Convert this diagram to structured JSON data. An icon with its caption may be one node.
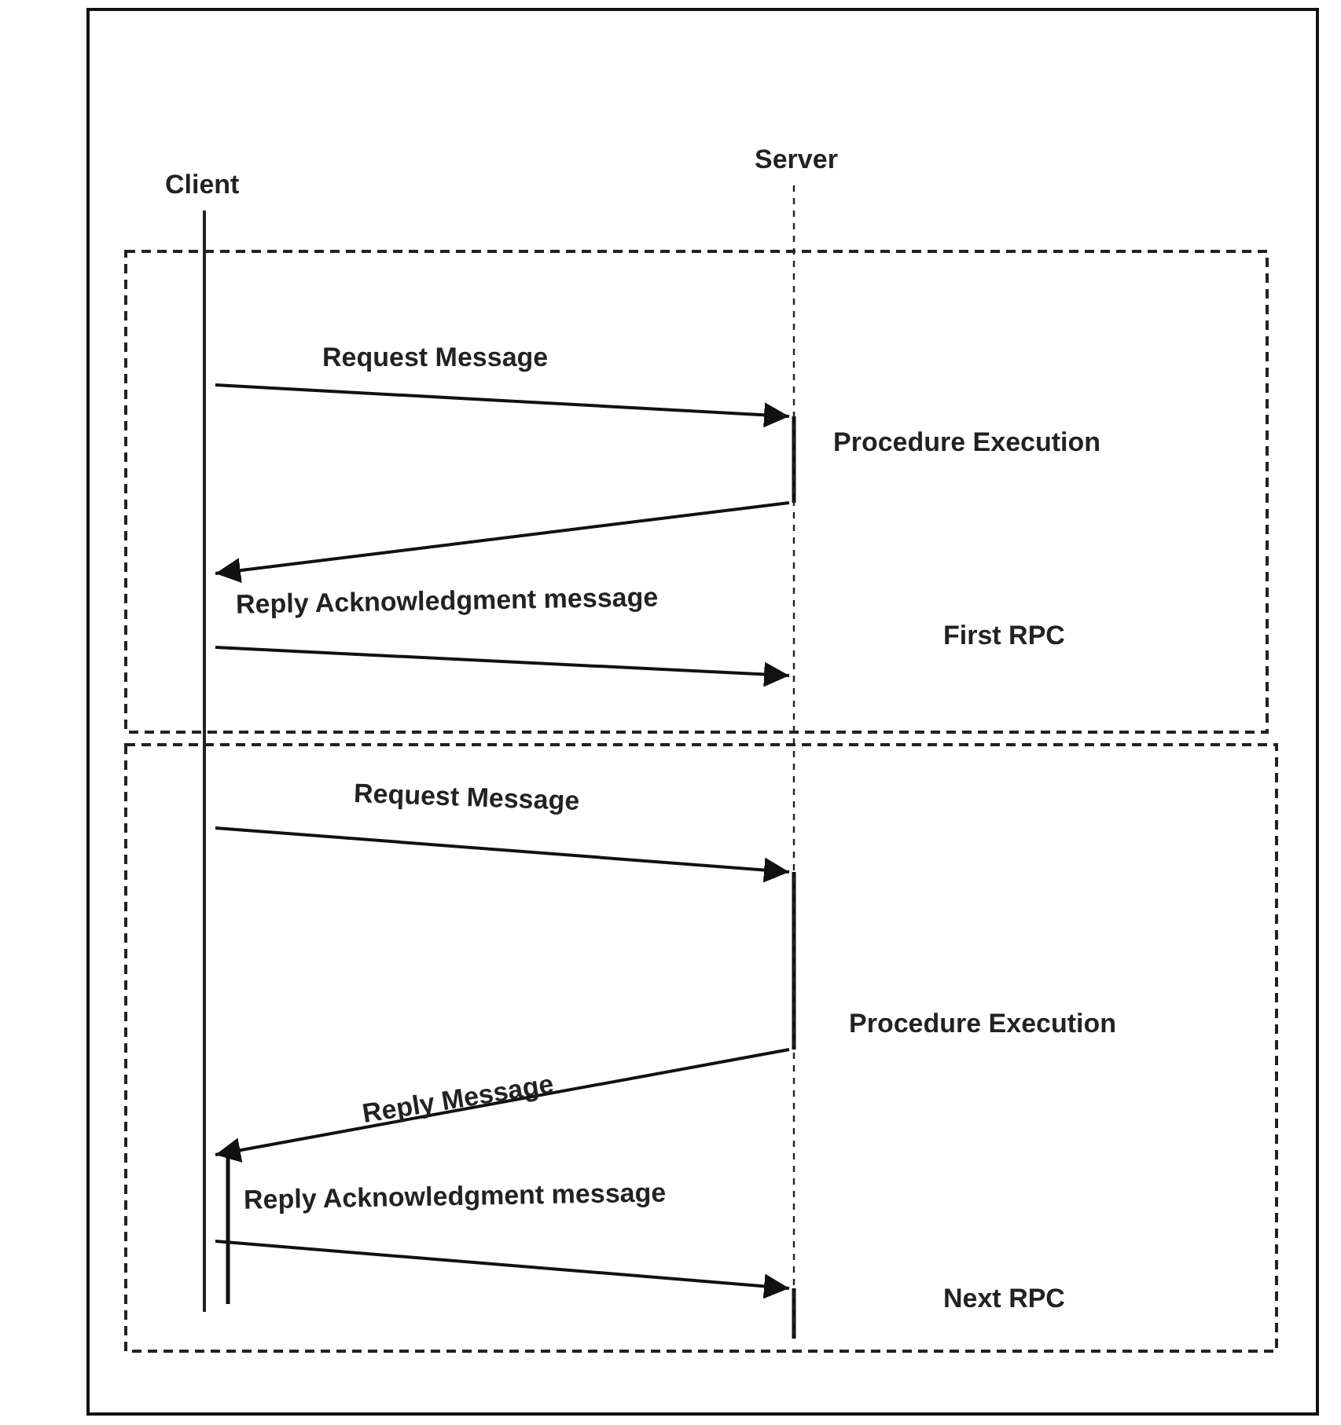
{
  "diagram": {
    "nodes": [
      {
        "text": [
          "Client"
        ]
      },
      {
        "text": [
          "Server"
        ]
      }
    ],
    "edges": [
      {
        "from": 0,
        "to": 1,
        "arrow": "to",
        "label": "Request Message"
      },
      {
        "from": 1,
        "to": 0,
        "arrow": "to"
      },
      {
        "from": 0,
        "to": 1,
        "arrow": "to",
        "label": "Reply Acknowledgment message"
      },
      {
        "from": 0,
        "to": 1,
        "arrow": "to",
        "label": "Request Message"
      },
      {
        "from": 1,
        "to": 0,
        "arrow": "to",
        "label": "Reply Message"
      },
      {
        "from": 0,
        "to": 1,
        "arrow": "to",
        "label": "Reply Acknowledgment message"
      }
    ],
    "labels": [
      "Procedure Execution",
      "First RPC",
      "Procedure Execution",
      "Next RPC"
    ]
  }
}
